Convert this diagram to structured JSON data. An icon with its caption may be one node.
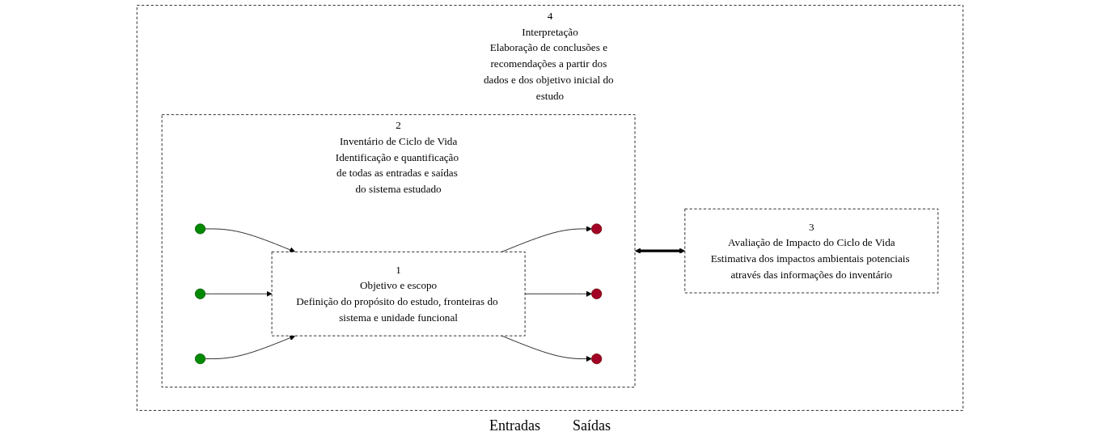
{
  "diagram": {
    "nodes": [
      {
        "text": [
          "4",
          "Interpretação",
          "Elaboração de conclusões e recomendações a partir dos dados e dos objetivo inicial do estudo"
        ]
      },
      {
        "text": [
          "2",
          "Inventário de Ciclo de Vida",
          "Identificação e quantificação de todas as entradas e saídas do sistema estudado"
        ],
        "in": 0
      },
      {
        "text": [
          "1",
          "Objetivo e escopo",
          "Definição do propósito do estudo, fronteiras do sistema e unidade funcional"
        ],
        "in": 1
      },
      {
        "text": [],
        "shape": "circle",
        "in": 1
      },
      {
        "text": [],
        "shape": "circle",
        "in": 1
      },
      {
        "text": [],
        "shape": "circle",
        "in": 1
      },
      {
        "text": [],
        "shape": "circle",
        "in": 1
      },
      {
        "text": [],
        "shape": "circle",
        "in": 1
      },
      {
        "text": [],
        "shape": "circle",
        "in": 1
      },
      {
        "text": [
          "3",
          "Avaliação de Impacto do Ciclo de Vida",
          "Estimativa dos impactos ambientais potenciais através das informações do inventário"
        ],
        "in": 0
      }
    ],
    "edges": [
      {
        "from": 3,
        "to": 2,
        "arrow": "to"
      },
      {
        "from": 4,
        "to": 2,
        "arrow": "to"
      },
      {
        "from": 5,
        "to": 2,
        "arrow": "to"
      },
      {
        "from": 2,
        "to": 6,
        "arrow": "to"
      },
      {
        "from": 2,
        "to": 7,
        "arrow": "to"
      },
      {
        "from": 2,
        "to": 8,
        "arrow": "to"
      },
      {
        "from": 1,
        "to": 9,
        "arrow": "both",
        "style": "thick"
      }
    ],
    "labels": [
      "Entradas",
      "Saídas"
    ]
  }
}
